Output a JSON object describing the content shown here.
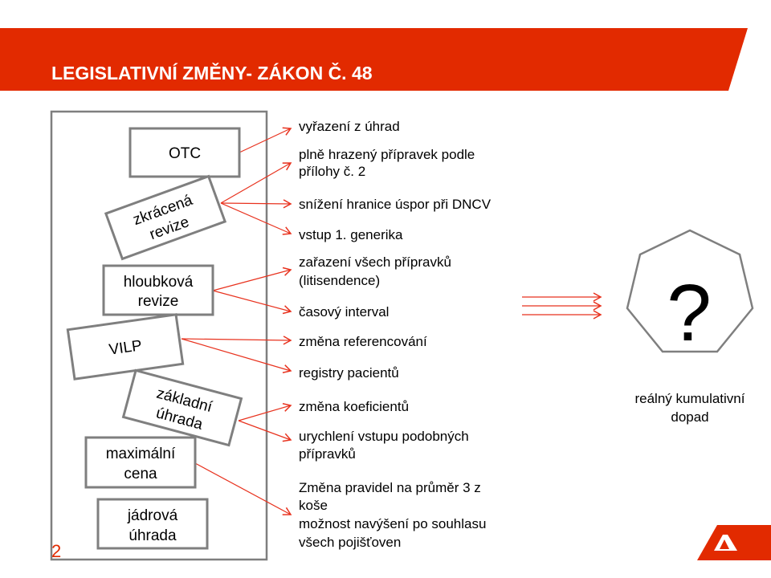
{
  "title": "LEGISLATIVNÍ ZMĚNY- ZÁKON Č. 48",
  "page_number": "2",
  "colors": {
    "accent": "#e22a00",
    "arrow": "#e8321e",
    "box_border": "#7f7f7f"
  },
  "boxes": [
    {
      "lines": [
        "OTC"
      ]
    },
    {
      "lines": [
        "zkrácená",
        "revize"
      ]
    },
    {
      "lines": [
        "hloubková",
        "revize"
      ]
    },
    {
      "lines": [
        "VILP"
      ]
    },
    {
      "lines": [
        "základní",
        "úhrada"
      ]
    },
    {
      "lines": [
        "maximální",
        "cena"
      ]
    },
    {
      "lines": [
        "jádrová",
        "úhrada"
      ]
    }
  ],
  "items": [
    {
      "lines": [
        "vyřazení z úhrad"
      ]
    },
    {
      "lines": [
        "plně hrazený přípravek podle",
        "přílohy č. 2"
      ]
    },
    {
      "lines": [
        "snížení hranice úspor při DNCV"
      ]
    },
    {
      "lines": [
        "vstup 1. generika"
      ]
    },
    {
      "lines": [
        "zařazení všech přípravků",
        "(litisendence)"
      ]
    },
    {
      "lines": [
        "časový interval"
      ]
    },
    {
      "lines": [
        "změna referencování"
      ]
    },
    {
      "lines": [
        "registry pacientů"
      ]
    },
    {
      "lines": [
        "změna koeficientů"
      ]
    },
    {
      "lines": [
        "urychlení vstupu podobných",
        "přípravků"
      ]
    },
    {
      "lines": [
        "Změna pravidel na průměr 3 z",
        "koše",
        "možnost navýšení po souhlasu",
        "všech pojišťoven"
      ]
    }
  ],
  "result": {
    "symbol": "?",
    "lines": [
      "reálný kumulativní",
      "dopad"
    ]
  }
}
